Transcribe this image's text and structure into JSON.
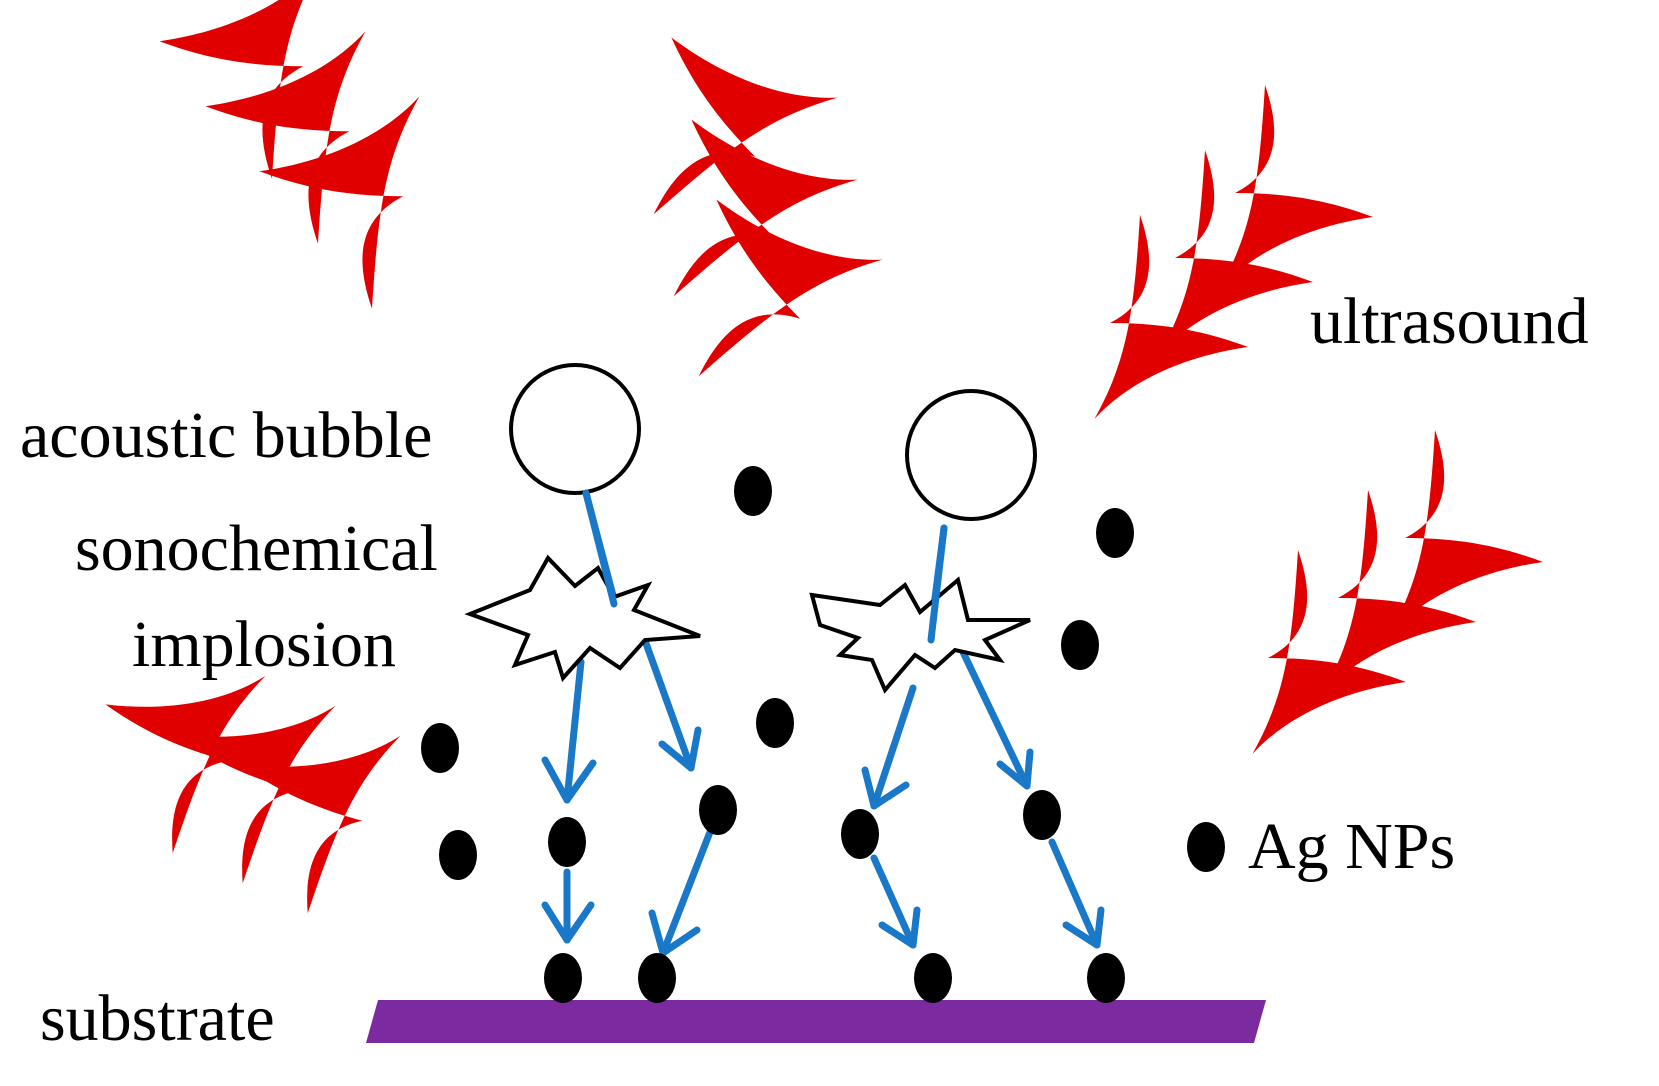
{
  "labels": {
    "ultrasound": "ultrasound",
    "acoustic_bubble": "acoustic bubble",
    "sonochemical": "sonochemical",
    "implosion": "implosion",
    "ag_nps": "Ag NPs",
    "substrate": "substrate"
  },
  "colors": {
    "ultrasound_wave": "#e10000",
    "flow_arrow": "#1a78c8",
    "nanoparticle": "#000000",
    "substrate": "#7b2aa0"
  },
  "icons": {
    "wave": "boomerang-wave-icon",
    "bubble": "circle-outline",
    "implosion": "starburst-icon",
    "nanoparticle": "filled-dot"
  }
}
